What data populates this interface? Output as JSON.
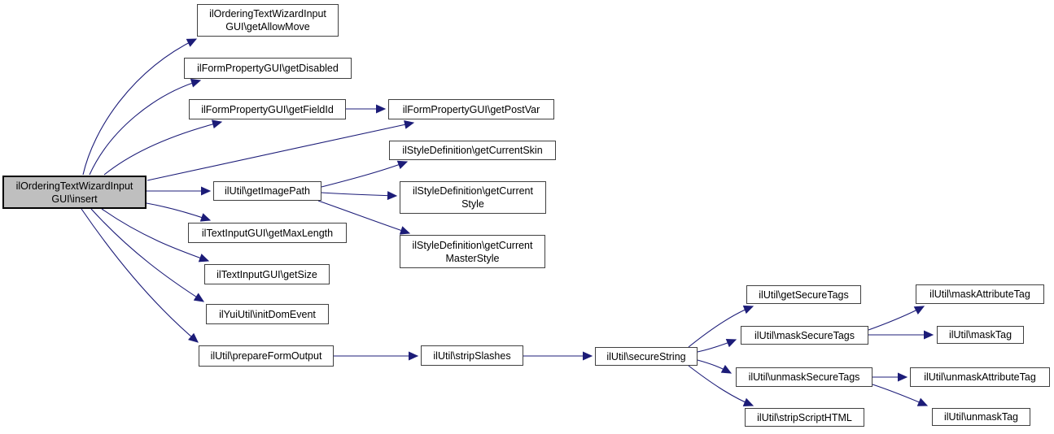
{
  "diagram": {
    "type": "call-graph",
    "colors": {
      "background": "#ffffff",
      "edge": "#1c1c78",
      "node_fill": "#ffffff",
      "node_border": "#404040",
      "root_fill": "#bfbfbf",
      "root_border": "#000000",
      "text": "#000000"
    },
    "nodes": [
      {
        "id": "insert",
        "root": true,
        "lines": [
          "ilOrderingTextWizardInput",
          "GUI\\insert"
        ]
      },
      {
        "id": "getAllowMove",
        "root": false,
        "lines": [
          "ilOrderingTextWizardInput",
          "GUI\\getAllowMove"
        ]
      },
      {
        "id": "getDisabled",
        "root": false,
        "lines": [
          "ilFormPropertyGUI\\getDisabled"
        ]
      },
      {
        "id": "getFieldId",
        "root": false,
        "lines": [
          "ilFormPropertyGUI\\getFieldId"
        ]
      },
      {
        "id": "getPostVar",
        "root": false,
        "lines": [
          "ilFormPropertyGUI\\getPostVar"
        ]
      },
      {
        "id": "getCurrentSkin",
        "root": false,
        "lines": [
          "ilStyleDefinition\\getCurrentSkin"
        ]
      },
      {
        "id": "getImagePath",
        "root": false,
        "lines": [
          "ilUtil\\getImagePath"
        ]
      },
      {
        "id": "getCurrentStyle",
        "root": false,
        "lines": [
          "ilStyleDefinition\\getCurrent",
          "Style"
        ]
      },
      {
        "id": "getMaxLength",
        "root": false,
        "lines": [
          "ilTextInputGUI\\getMaxLength"
        ]
      },
      {
        "id": "getCurrentMasterStyle",
        "root": false,
        "lines": [
          "ilStyleDefinition\\getCurrent",
          "MasterStyle"
        ]
      },
      {
        "id": "getSize",
        "root": false,
        "lines": [
          "ilTextInputGUI\\getSize"
        ]
      },
      {
        "id": "initDomEvent",
        "root": false,
        "lines": [
          "ilYuiUtil\\initDomEvent"
        ]
      },
      {
        "id": "prepareFormOutput",
        "root": false,
        "lines": [
          "ilUtil\\prepareFormOutput"
        ]
      },
      {
        "id": "stripSlashes",
        "root": false,
        "lines": [
          "ilUtil\\stripSlashes"
        ]
      },
      {
        "id": "secureString",
        "root": false,
        "lines": [
          "ilUtil\\secureString"
        ]
      },
      {
        "id": "getSecureTags",
        "root": false,
        "lines": [
          "ilUtil\\getSecureTags"
        ]
      },
      {
        "id": "maskSecureTags",
        "root": false,
        "lines": [
          "ilUtil\\maskSecureTags"
        ]
      },
      {
        "id": "unmaskSecureTags",
        "root": false,
        "lines": [
          "ilUtil\\unmaskSecureTags"
        ]
      },
      {
        "id": "stripScriptHTML",
        "root": false,
        "lines": [
          "ilUtil\\stripScriptHTML"
        ]
      },
      {
        "id": "maskAttributeTag",
        "root": false,
        "lines": [
          "ilUtil\\maskAttributeTag"
        ]
      },
      {
        "id": "maskTag",
        "root": false,
        "lines": [
          "ilUtil\\maskTag"
        ]
      },
      {
        "id": "unmaskAttributeTag",
        "root": false,
        "lines": [
          "ilUtil\\unmaskAttributeTag"
        ]
      },
      {
        "id": "unmaskTag",
        "root": false,
        "lines": [
          "ilUtil\\unmaskTag"
        ]
      }
    ],
    "edges": [
      {
        "from": "insert",
        "to": "getAllowMove"
      },
      {
        "from": "insert",
        "to": "getDisabled"
      },
      {
        "from": "insert",
        "to": "getFieldId"
      },
      {
        "from": "insert",
        "to": "getPostVar"
      },
      {
        "from": "insert",
        "to": "getImagePath"
      },
      {
        "from": "insert",
        "to": "getMaxLength"
      },
      {
        "from": "insert",
        "to": "getSize"
      },
      {
        "from": "insert",
        "to": "initDomEvent"
      },
      {
        "from": "insert",
        "to": "prepareFormOutput"
      },
      {
        "from": "getFieldId",
        "to": "getPostVar"
      },
      {
        "from": "getImagePath",
        "to": "getCurrentSkin"
      },
      {
        "from": "getImagePath",
        "to": "getCurrentStyle"
      },
      {
        "from": "getImagePath",
        "to": "getCurrentMasterStyle"
      },
      {
        "from": "prepareFormOutput",
        "to": "stripSlashes"
      },
      {
        "from": "stripSlashes",
        "to": "secureString"
      },
      {
        "from": "secureString",
        "to": "getSecureTags"
      },
      {
        "from": "secureString",
        "to": "maskSecureTags"
      },
      {
        "from": "secureString",
        "to": "unmaskSecureTags"
      },
      {
        "from": "secureString",
        "to": "stripScriptHTML"
      },
      {
        "from": "maskSecureTags",
        "to": "maskAttributeTag"
      },
      {
        "from": "maskSecureTags",
        "to": "maskTag"
      },
      {
        "from": "unmaskSecureTags",
        "to": "unmaskAttributeTag"
      },
      {
        "from": "unmaskSecureTags",
        "to": "unmaskTag"
      }
    ]
  }
}
